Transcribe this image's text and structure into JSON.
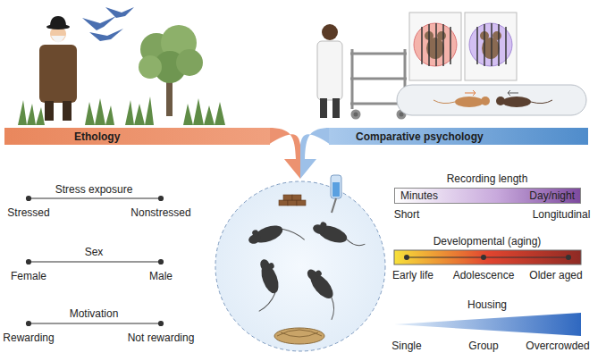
{
  "diagram": {
    "nodes": [
      {
        "text": [
          "Ethology"
        ]
      },
      {
        "text": [
          "Comparative psychology"
        ]
      },
      {
        "text": [
          "Minutes",
          "Day/night"
        ]
      }
    ],
    "labels": [
      "Stress exposure",
      "Stressed",
      "Nonstressed",
      "Sex",
      "Female",
      "Male",
      "Motivation",
      "Rewarding",
      "Not rewarding",
      "Recording length",
      "Short",
      "Longitudinal",
      "Developmental (aging)",
      "Early life",
      "Adolescence",
      "Older aged",
      "Housing",
      "Single",
      "Group",
      "Overcrowded"
    ]
  }
}
